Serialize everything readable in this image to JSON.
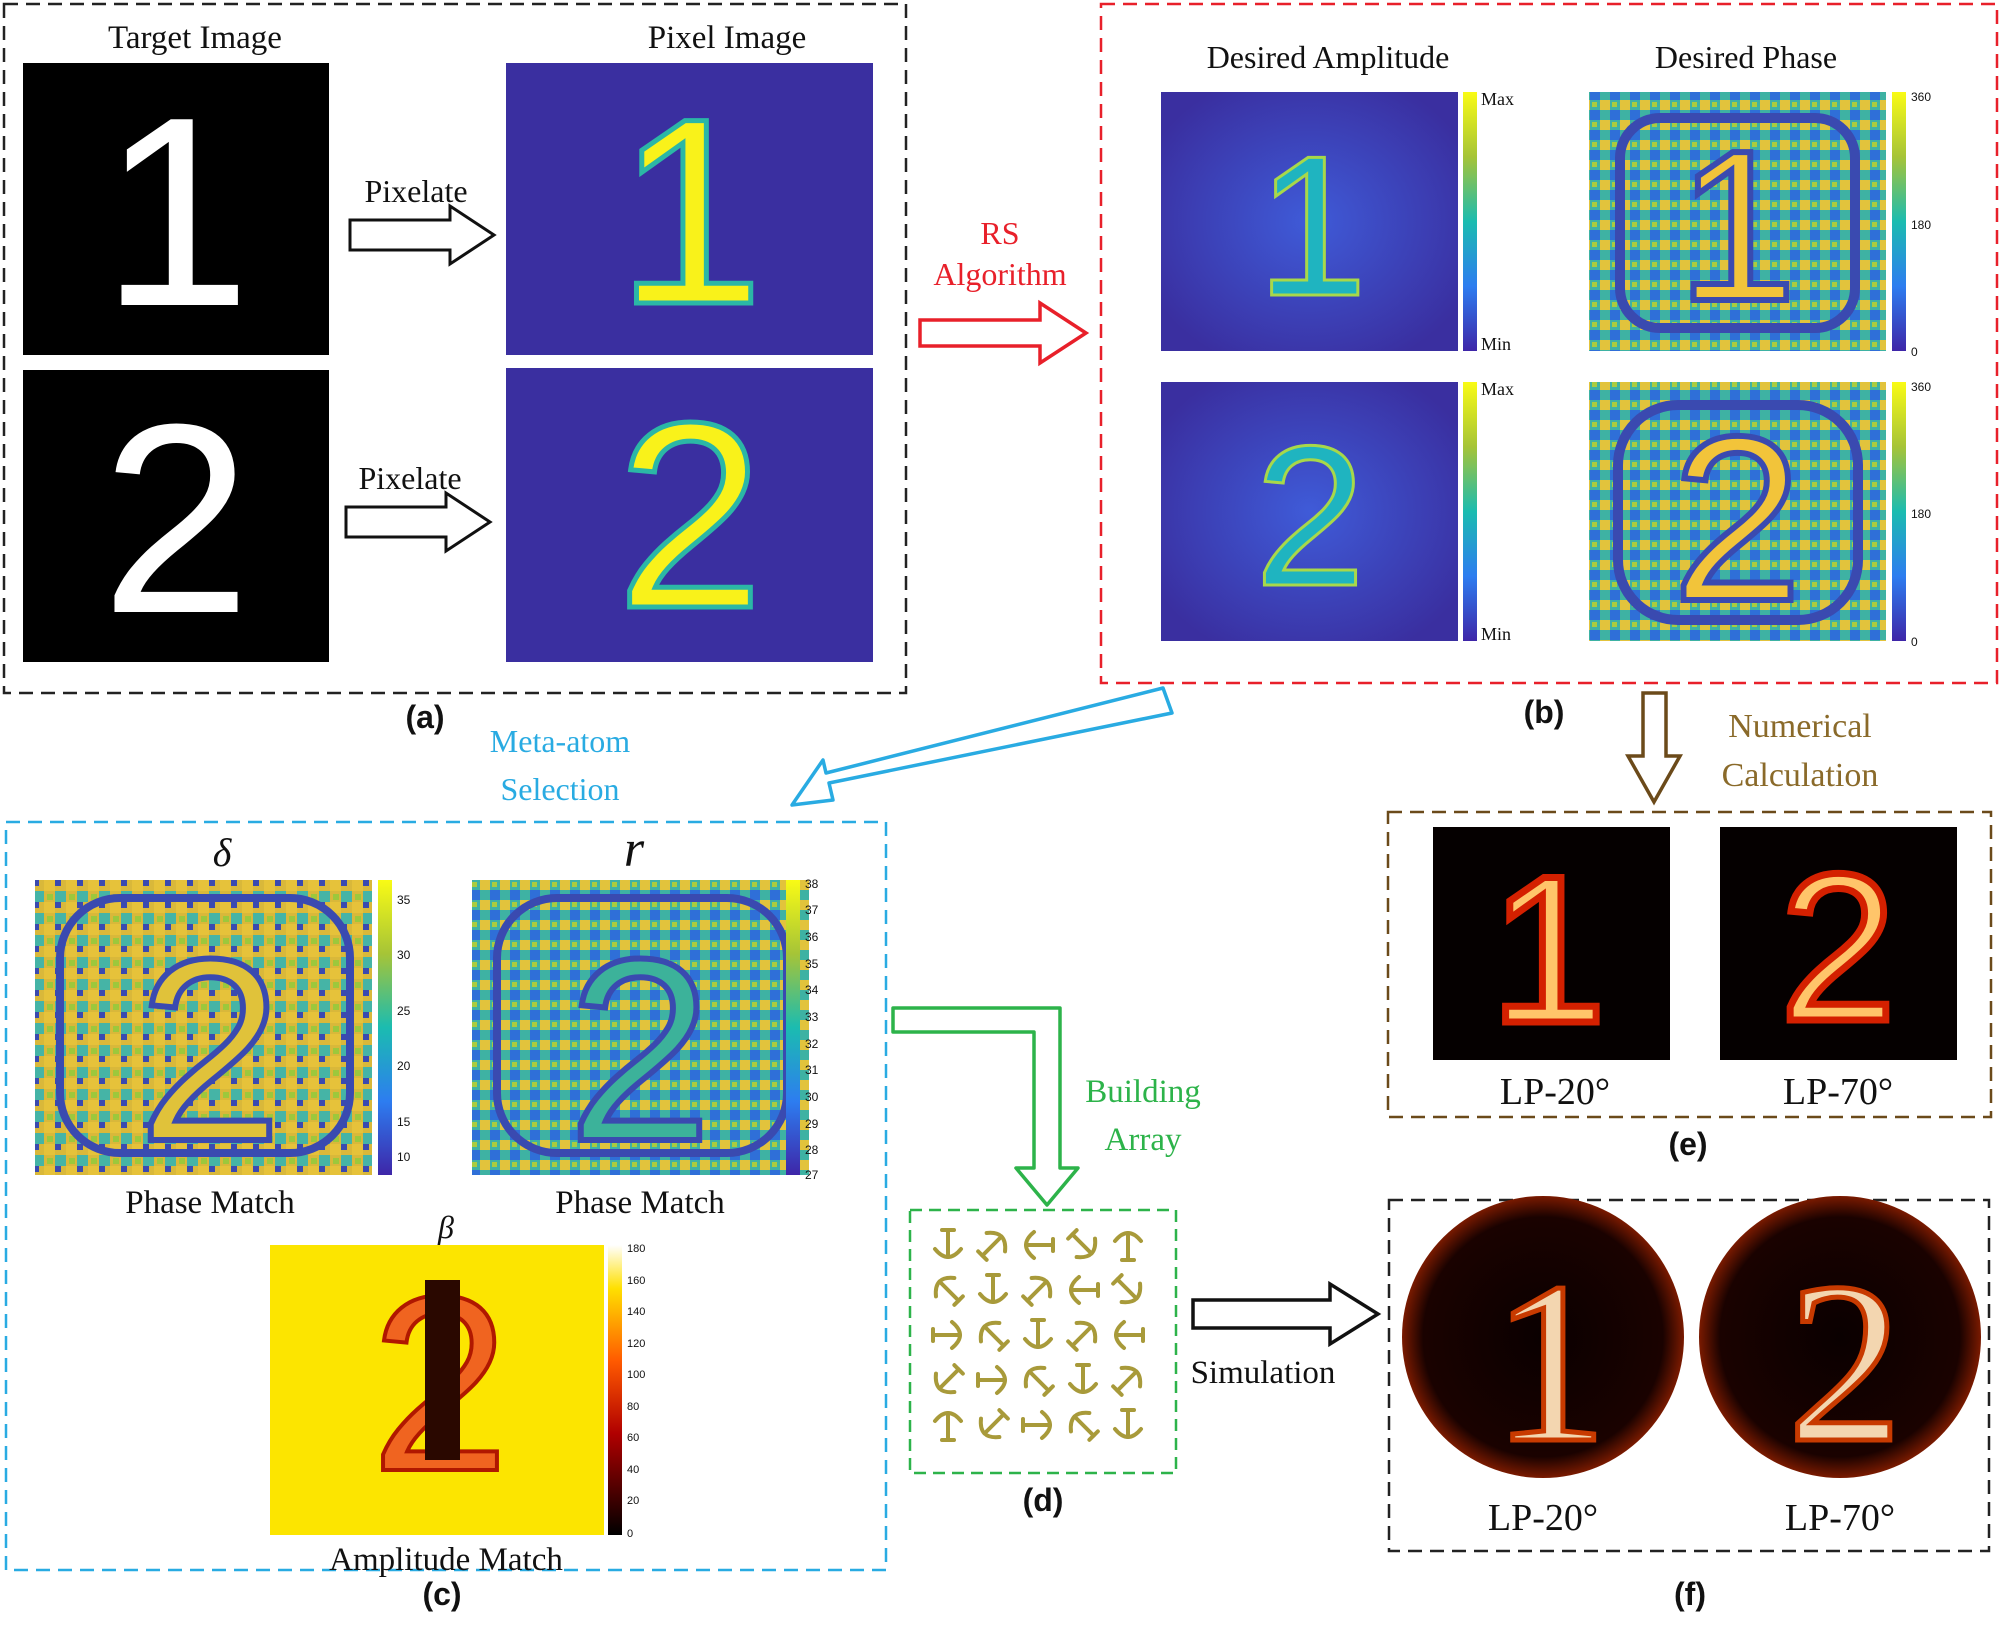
{
  "panels": {
    "a": {
      "label": "(a)",
      "target_title": "Target Image",
      "pixel_title": "Pixel Image",
      "pixelate_1": "Pixelate",
      "pixelate_2": "Pixelate",
      "digit_1": "1",
      "digit_2": "2"
    },
    "b": {
      "label": "(b)",
      "amplitude_title": "Desired Amplitude",
      "phase_title": "Desired Phase",
      "amp_max": "Max",
      "amp_min": "Min",
      "amp2_max": "Max",
      "amp2_min": "Min",
      "phase_ticks": [
        "360",
        "180",
        "0"
      ]
    },
    "c": {
      "label": "(c)",
      "delta_symbol": "δ",
      "r_symbol": "r",
      "beta_symbol": "β",
      "phase_match_1": "Phase Match",
      "phase_match_2": "Phase Match",
      "amplitude_match": "Amplitude Match",
      "delta_ticks": [
        "35",
        "30",
        "25",
        "20",
        "15",
        "10"
      ],
      "r_ticks": [
        "38",
        "37",
        "36",
        "35",
        "34",
        "33",
        "32",
        "31",
        "30",
        "29",
        "28",
        "27"
      ],
      "beta_ticks": [
        "180",
        "160",
        "140",
        "120",
        "100",
        "80",
        "60",
        "40",
        "20",
        "0"
      ]
    },
    "d": {
      "label": "(d)"
    },
    "e": {
      "label": "(e)",
      "lp_20": "LP-20°",
      "lp_70": "LP-70°"
    },
    "f": {
      "label": "(f)",
      "lp_20": "LP-20°",
      "lp_70": "LP-70°"
    }
  },
  "arrows": {
    "rs_line1": "RS",
    "rs_line2": "Algorithm",
    "meta_line1": "Meta-atom",
    "meta_line2": "Selection",
    "numerical_line1": "Numerical",
    "numerical_line2": "Calculation",
    "building_line1": "Building",
    "building_line2": "Array",
    "simulation": "Simulation"
  },
  "colors": {
    "panel_a_border": "#222222",
    "panel_b_border": "#e8202a",
    "panel_c_border": "#29abe2",
    "panel_d_border": "#2db34a",
    "panel_e_border": "#6b4a1a",
    "panel_f_border": "#222222",
    "rs_text": "#e8202a",
    "meta_text": "#29abe2",
    "numerical_text": "#8a6a2a",
    "building_text": "#2db34a",
    "parula_blue": "#3a2fa0",
    "parula_yellow": "#f9f21a"
  }
}
